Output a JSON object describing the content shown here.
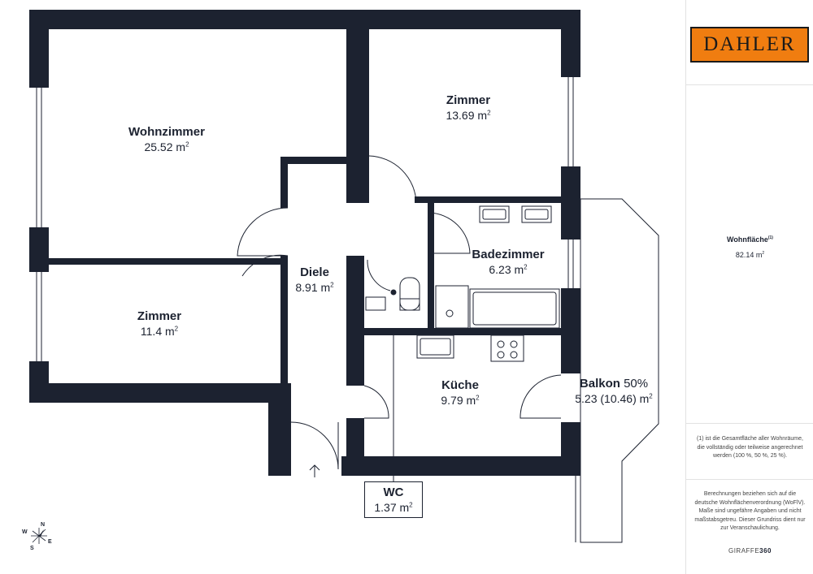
{
  "rooms": {
    "wohnzimmer": {
      "name": "Wohnzimmer",
      "area": "25.52 m",
      "sup": "2"
    },
    "zimmer_ne": {
      "name": "Zimmer",
      "area": "13.69 m",
      "sup": "2"
    },
    "zimmer_sw": {
      "name": "Zimmer",
      "area": "11.4 m",
      "sup": "2"
    },
    "diele": {
      "name": "Diele",
      "area": "8.91 m",
      "sup": "2"
    },
    "badezimmer": {
      "name": "Badezimmer",
      "area": "6.23 m",
      "sup": "2"
    },
    "kueche": {
      "name": "Küche",
      "area": "9.79 m",
      "sup": "2"
    },
    "balkon": {
      "name": "Balkon",
      "pct": "50%",
      "area": "5.23 (10.46) m",
      "sup": "2"
    },
    "wc": {
      "name": "WC",
      "area": "1.37 m",
      "sup": "2"
    }
  },
  "compass": {
    "n": "N",
    "e": "E",
    "s": "S",
    "w": "W"
  },
  "sidebar": {
    "logo": "DAHLER",
    "wohnflaeche_label": "Wohnfläche",
    "wohnflaeche_sup": "(1)",
    "wohnflaeche_value": "82.14 m",
    "wohnflaeche_value_sup": "2",
    "note1": "(1) ist die Gesamtfläche aller Wohnräume, die vollständig oder teilweise angerechnet werden (100 %, 50 %, 25 %).",
    "note2": "Berechnungen beziehen sich auf die deutsche Wohnflächenverordnung (WoFlV). Maße sind ungefähre Angaben und nicht maßstabsgetreu. Dieser Grundriss dient nur zur Veranschaulichung.",
    "brand_light": "GIRAFFE",
    "brand_bold": "360"
  },
  "colors": {
    "wall": "#1c2230",
    "accent": "#f07d10"
  }
}
